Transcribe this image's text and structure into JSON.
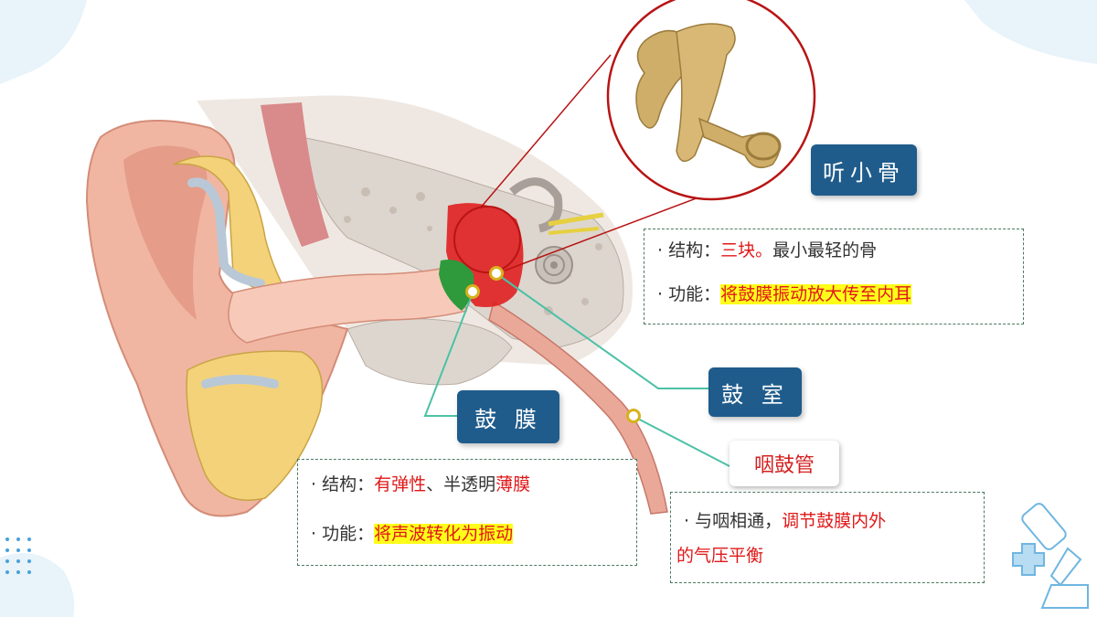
{
  "labels": {
    "ossicles": "听小骨",
    "eardrum": "鼓 膜",
    "middle_ear": "鼓 室",
    "eustachian_tube": "咽鼓管"
  },
  "ossicles_box": {
    "structure_prefix": "· 结构：",
    "structure_value": "三块。",
    "structure_rest": "最小最轻的骨",
    "function_prefix": "· 功能：",
    "function_value": "将鼓膜振动放大传至内耳"
  },
  "eardrum_box": {
    "structure_prefix": "· 结构：",
    "structure_value1": "有弹性",
    "structure_mid": "、半透明",
    "structure_value2": "薄膜",
    "function_prefix": "· 功能：",
    "function_value": "将声波转化为振动"
  },
  "tube_box": {
    "line1_prefix": "· 与咽相通，",
    "line1_value": "调节鼓膜内外",
    "line2_value": "的气压平衡"
  },
  "colors": {
    "label_bg": "#1f5c8c",
    "highlight": "#ffff1a",
    "emphasis": "#e01818",
    "eardrum_fill": "#2e9a3c",
    "middle_ear_fill": "#e02020"
  }
}
